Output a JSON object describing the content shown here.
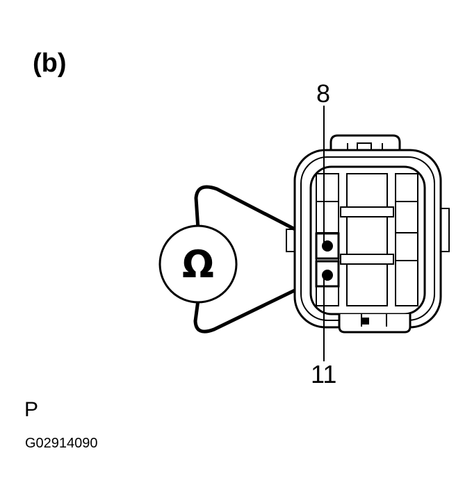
{
  "figure": {
    "label": "(b)",
    "view_label": "P",
    "code": "G02914090"
  },
  "meter": {
    "symbol": "Ω",
    "icon": "ohmmeter-icon"
  },
  "pins": {
    "top": "8",
    "bottom": "11"
  }
}
